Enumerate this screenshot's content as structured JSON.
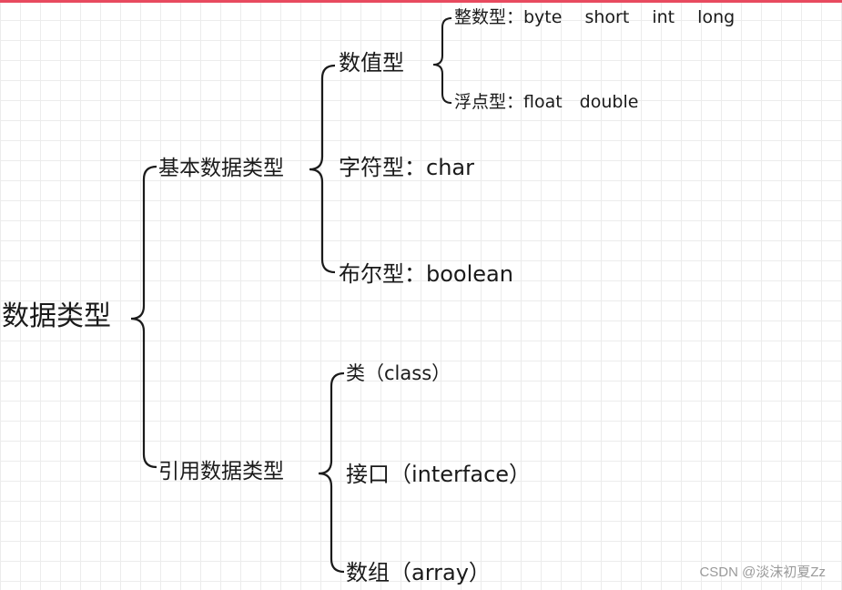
{
  "diagram": {
    "root": "数据类型",
    "basic": {
      "label": "基本数据类型",
      "numeric": {
        "label": "数值型",
        "integer": "整数型：byte　 short　 int　 long",
        "float": "浮点型：float　double"
      },
      "char": "字符型：char",
      "boolean": "布尔型：boolean"
    },
    "reference": {
      "label": "引用数据类型",
      "class": "类（class）",
      "interface": "接口（interface）",
      "array": "数组（array）"
    }
  },
  "watermark": "CSDN @淡沫初夏Zz",
  "colors": {
    "accent_bar": "#e84a5f",
    "grid": "#ececec",
    "line": "#1a1a1a"
  }
}
